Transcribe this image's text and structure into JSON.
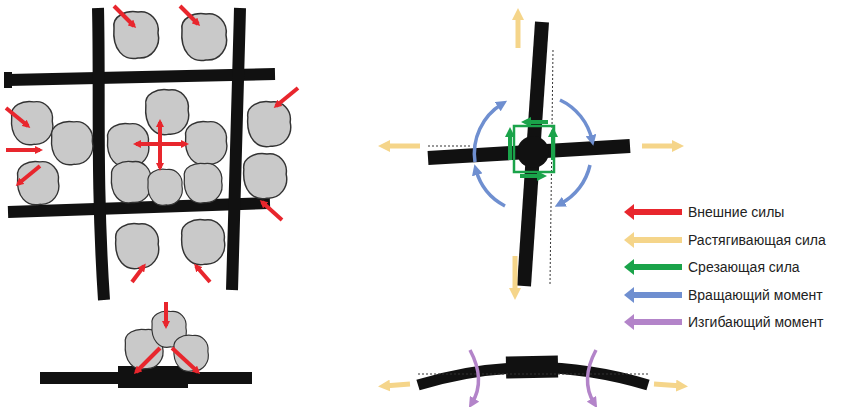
{
  "diagram": {
    "legend": [
      {
        "text": "Внешние силы",
        "color": "#e8262d"
      },
      {
        "text": "Растягивающая сила",
        "color": "#f5d58a"
      },
      {
        "text": "Срезающая сила",
        "color": "#1aa34a"
      },
      {
        "text": "Вращающий момент",
        "color": "#6f8fd0"
      },
      {
        "text": "Изгибающий момент",
        "color": "#b384c9"
      }
    ]
  }
}
